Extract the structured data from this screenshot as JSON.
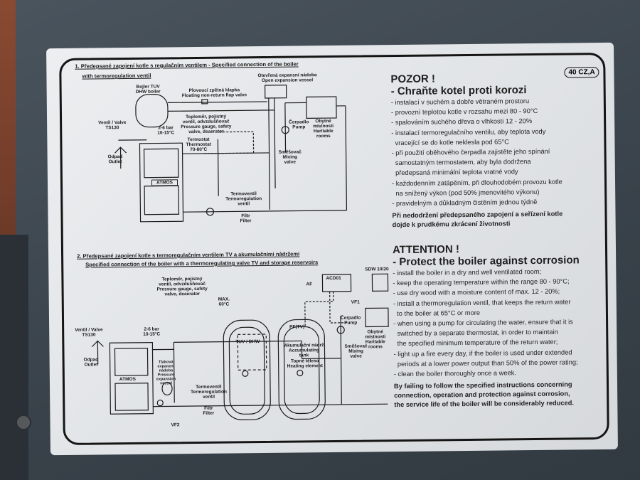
{
  "badge": "40 CZ,A",
  "diagram1": {
    "title_line1": "1. Předepsané zapojení kotle s regulačním ventilem - Specified connection of the boiler",
    "title_line2": "with termoregulation ventil",
    "dhw": "Bojler TUV\nDHW boiler",
    "flap": "Plovoucí zpětná klapka\nFloating non-return flap valve",
    "expansion": "Otevřená expansní nádoba\nOpen expansion vessel",
    "gauge": "Teploměr, pojistný\nventil, odvzdušňovač\nPressure gauge, safety\nvalve, deaerator",
    "valve": "Ventil / Valve\nTS130",
    "pressure": "2-6 bar\n10-15°C",
    "thermostat": "Termostat\nThermostat\n70-80°C",
    "pump": "Čerpadlo\nPump",
    "rooms": "Obytné\nmístnosti\nHaritable\nrooms",
    "mixing": "Směšovač\nMixing\nvalve",
    "outlet": "Odpad\nOutlet",
    "brand": "ATMOS",
    "termoventil": "Termoventil\nTermoregulation\nventil",
    "filter": "Filtr\nFilter"
  },
  "diagram2": {
    "title_line1": "2. Předepsané zapojení kotle s termoregulačním ventilem TV a akumulačními nádržemi",
    "title_line2": "Specified connection of the boiler with a thermoregulating valve TV and storage reservoirs",
    "gauge": "Teploměr, pojistný\nventil, odvzdušňovač\nPressure gauge, safety\nvalve, deaerator",
    "max": "MAX.\n60°C",
    "acd": "ACD01",
    "af": "AF",
    "sdw": "SDW 10/20",
    "vf1": "VF1",
    "vf2": "VF2",
    "valve": "Ventil / Valve\nTS130",
    "pressure": "2-6 bar\n10-15°C",
    "outlet": "Odpad\nOutlet",
    "tuv": "TUV / DHW",
    "pf": "PF(TV)",
    "tank": "Akumulační nádrž\nAccumulating\ntank",
    "heating": "Topné těleso\nHeating element",
    "mixing": "Směšovač\nMixing\nvalve",
    "pump": "Čerpadlo\nPump",
    "rooms": "Obytné\nmístnosti\nHaritable\nrooms",
    "vessel": "Tlaková\nexpanzní\nnádoba\nPressure\nexpansion\nvessel",
    "termoventil": "Termoventil\nTermoregulation\nventil",
    "filter": "Filtr\nFilter",
    "brand": "ATMOS"
  },
  "czech": {
    "title1": "POZOR !",
    "title2": "- Chraňte kotel proti korozi",
    "items": [
      "- instalací v suchém a dobře větraném prostoru",
      "- provozní teplotou kotle v rozsahu mezi 80 - 90°C",
      "- spalováním suchého dřeva o vlhkosti 12 - 20%",
      "- instalací termoregulačního ventilu, aby teplota vody\n  vracející se do kotle neklesla pod 65°C",
      "- při použití oběhového čerpadla zajistěte jeho spínání\n  samostatným termostatem, aby byla dodržena\n  předepsaná minimální teplota vratné vody",
      "- každodenním zatápěním, při dlouhodobém provozu kotle\n  na snížený výkon (pod 50% jmenovitého výkonu)",
      "- pravidelným a důkladným čistěním jednou týdně"
    ],
    "warning": "Při nedodržení předepsaného zapojení a seřízení kotle\ndojde k prudkému zkrácení životnosti"
  },
  "english": {
    "title1": "ATTENTION !",
    "title2": "- Protect the boiler against corrosion",
    "items": [
      "- install the boiler in a dry and well ventilated room;",
      "- keep the operating temperature within the range 80 - 90°C;",
      "- use dry wood with a moisture content of max. 12 - 20%;",
      "- install a thermoregulation ventil, that keeps the return water\n  to the boiler at 65°C or more",
      "- when using a pump for circulating the water, ensure that it is\n  switched by a separate thermostat, in order to maintain\n  the specified minimum temperature of the return water;",
      "- light up a fire every day, if the boiler is used under extended\n  periods at a lower power output than 50% of the power rating;",
      "- clean the boiler thoroughly once a week."
    ],
    "warning": "By failing to follow the specified instructions concerning\nconnection, operation and protection against corrosion,\nthe service life of the boiler will be considerably reduced."
  }
}
